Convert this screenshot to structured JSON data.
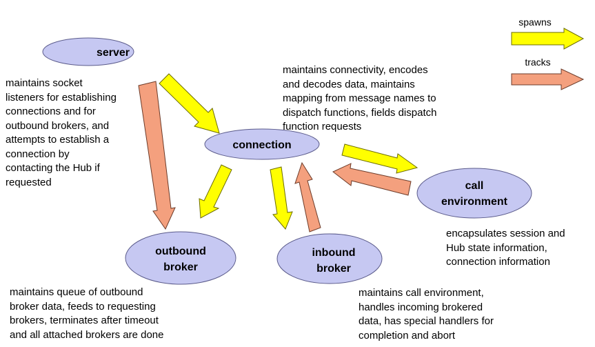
{
  "legend": {
    "spawns_label": "spawns",
    "tracks_label": "tracks",
    "spawns_color": "#ffff00",
    "tracks_color": "#f4a07e"
  },
  "node_color": "#c6c8f2",
  "nodes": {
    "server": {
      "line1": "server",
      "line2": ""
    },
    "connection": {
      "line1": "connection",
      "line2": ""
    },
    "call_environment": {
      "line1": "call",
      "line2": "environment"
    },
    "outbound_broker": {
      "line1": "outbound",
      "line2": "broker"
    },
    "inbound_broker": {
      "line1": "inbound",
      "line2": "broker"
    }
  },
  "descriptions": {
    "server": "maintains socket\nlisteners for establishing\nconnections and for\noutbound brokers, and\nattempts to establish a\nconnection by\ncontacting the Hub if\nrequested",
    "connection": "maintains connectivity, encodes\nand decodes data, maintains\nmapping from message names to\ndispatch functions, fields dispatch\nfunction requests",
    "call_environment": "encapsulates session and\nHub state information,\nconnection information",
    "outbound_broker": "maintains queue of outbound\nbroker data, feeds to requesting\nbrokers, terminates after timeout\nand all attached brokers are done",
    "inbound_broker": "maintains call environment,\nhandles incoming brokered\ndata, has special handlers for\ncompletion and abort"
  },
  "edges": [
    {
      "from": "server",
      "to": "connection",
      "relation": "spawns"
    },
    {
      "from": "server",
      "to": "outbound broker",
      "relation": "tracks"
    },
    {
      "from": "connection",
      "to": "call environment",
      "relation": "spawns"
    },
    {
      "from": "call environment",
      "to": "connection",
      "relation": "tracks"
    },
    {
      "from": "connection",
      "to": "outbound broker",
      "relation": "spawns"
    },
    {
      "from": "connection",
      "to": "inbound broker",
      "relation": "spawns"
    },
    {
      "from": "inbound broker",
      "to": "connection",
      "relation": "tracks"
    }
  ]
}
